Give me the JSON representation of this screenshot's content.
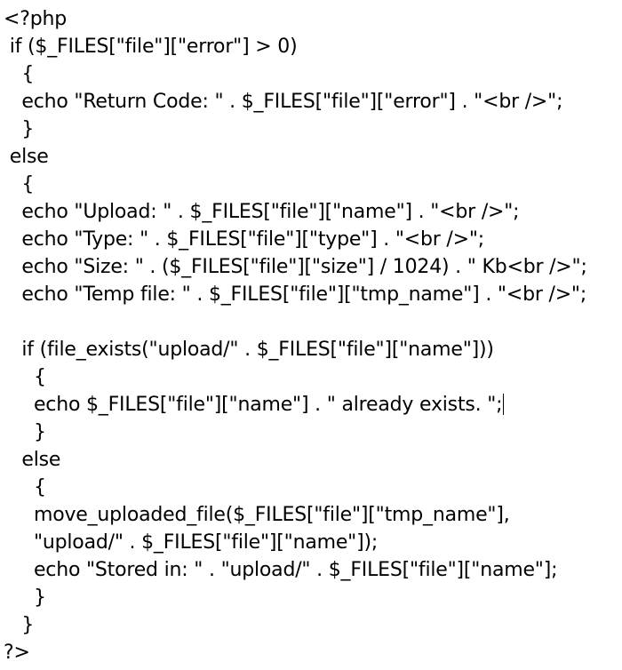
{
  "document": {
    "lines": [
      "<?php",
      " if ($_FILES[\"file\"][\"error\"] > 0)",
      "   {",
      "   echo \"Return Code: \" . $_FILES[\"file\"][\"error\"] . \"<br />\";",
      "   }",
      " else",
      "   {",
      "   echo \"Upload: \" . $_FILES[\"file\"][\"name\"] . \"<br />\";",
      "   echo \"Type: \" . $_FILES[\"file\"][\"type\"] . \"<br />\";",
      "   echo \"Size: \" . ($_FILES[\"file\"][\"size\"] / 1024) . \" Kb<br />\";",
      "   echo \"Temp file: \" . $_FILES[\"file\"][\"tmp_name\"] . \"<br />\";",
      "",
      "   if (file_exists(\"upload/\" . $_FILES[\"file\"][\"name\"]))",
      "     {",
      "     echo $_FILES[\"file\"][\"name\"] . \" already exists. \";",
      "     }",
      "   else",
      "     {",
      "     move_uploaded_file($_FILES[\"file\"][\"tmp_name\"],",
      "     \"upload/\" . $_FILES[\"file\"][\"name\"]);",
      "     echo \"Stored in: \" . \"upload/\" . $_FILES[\"file\"][\"name\"];",
      "     }",
      "   }",
      "?>"
    ]
  }
}
